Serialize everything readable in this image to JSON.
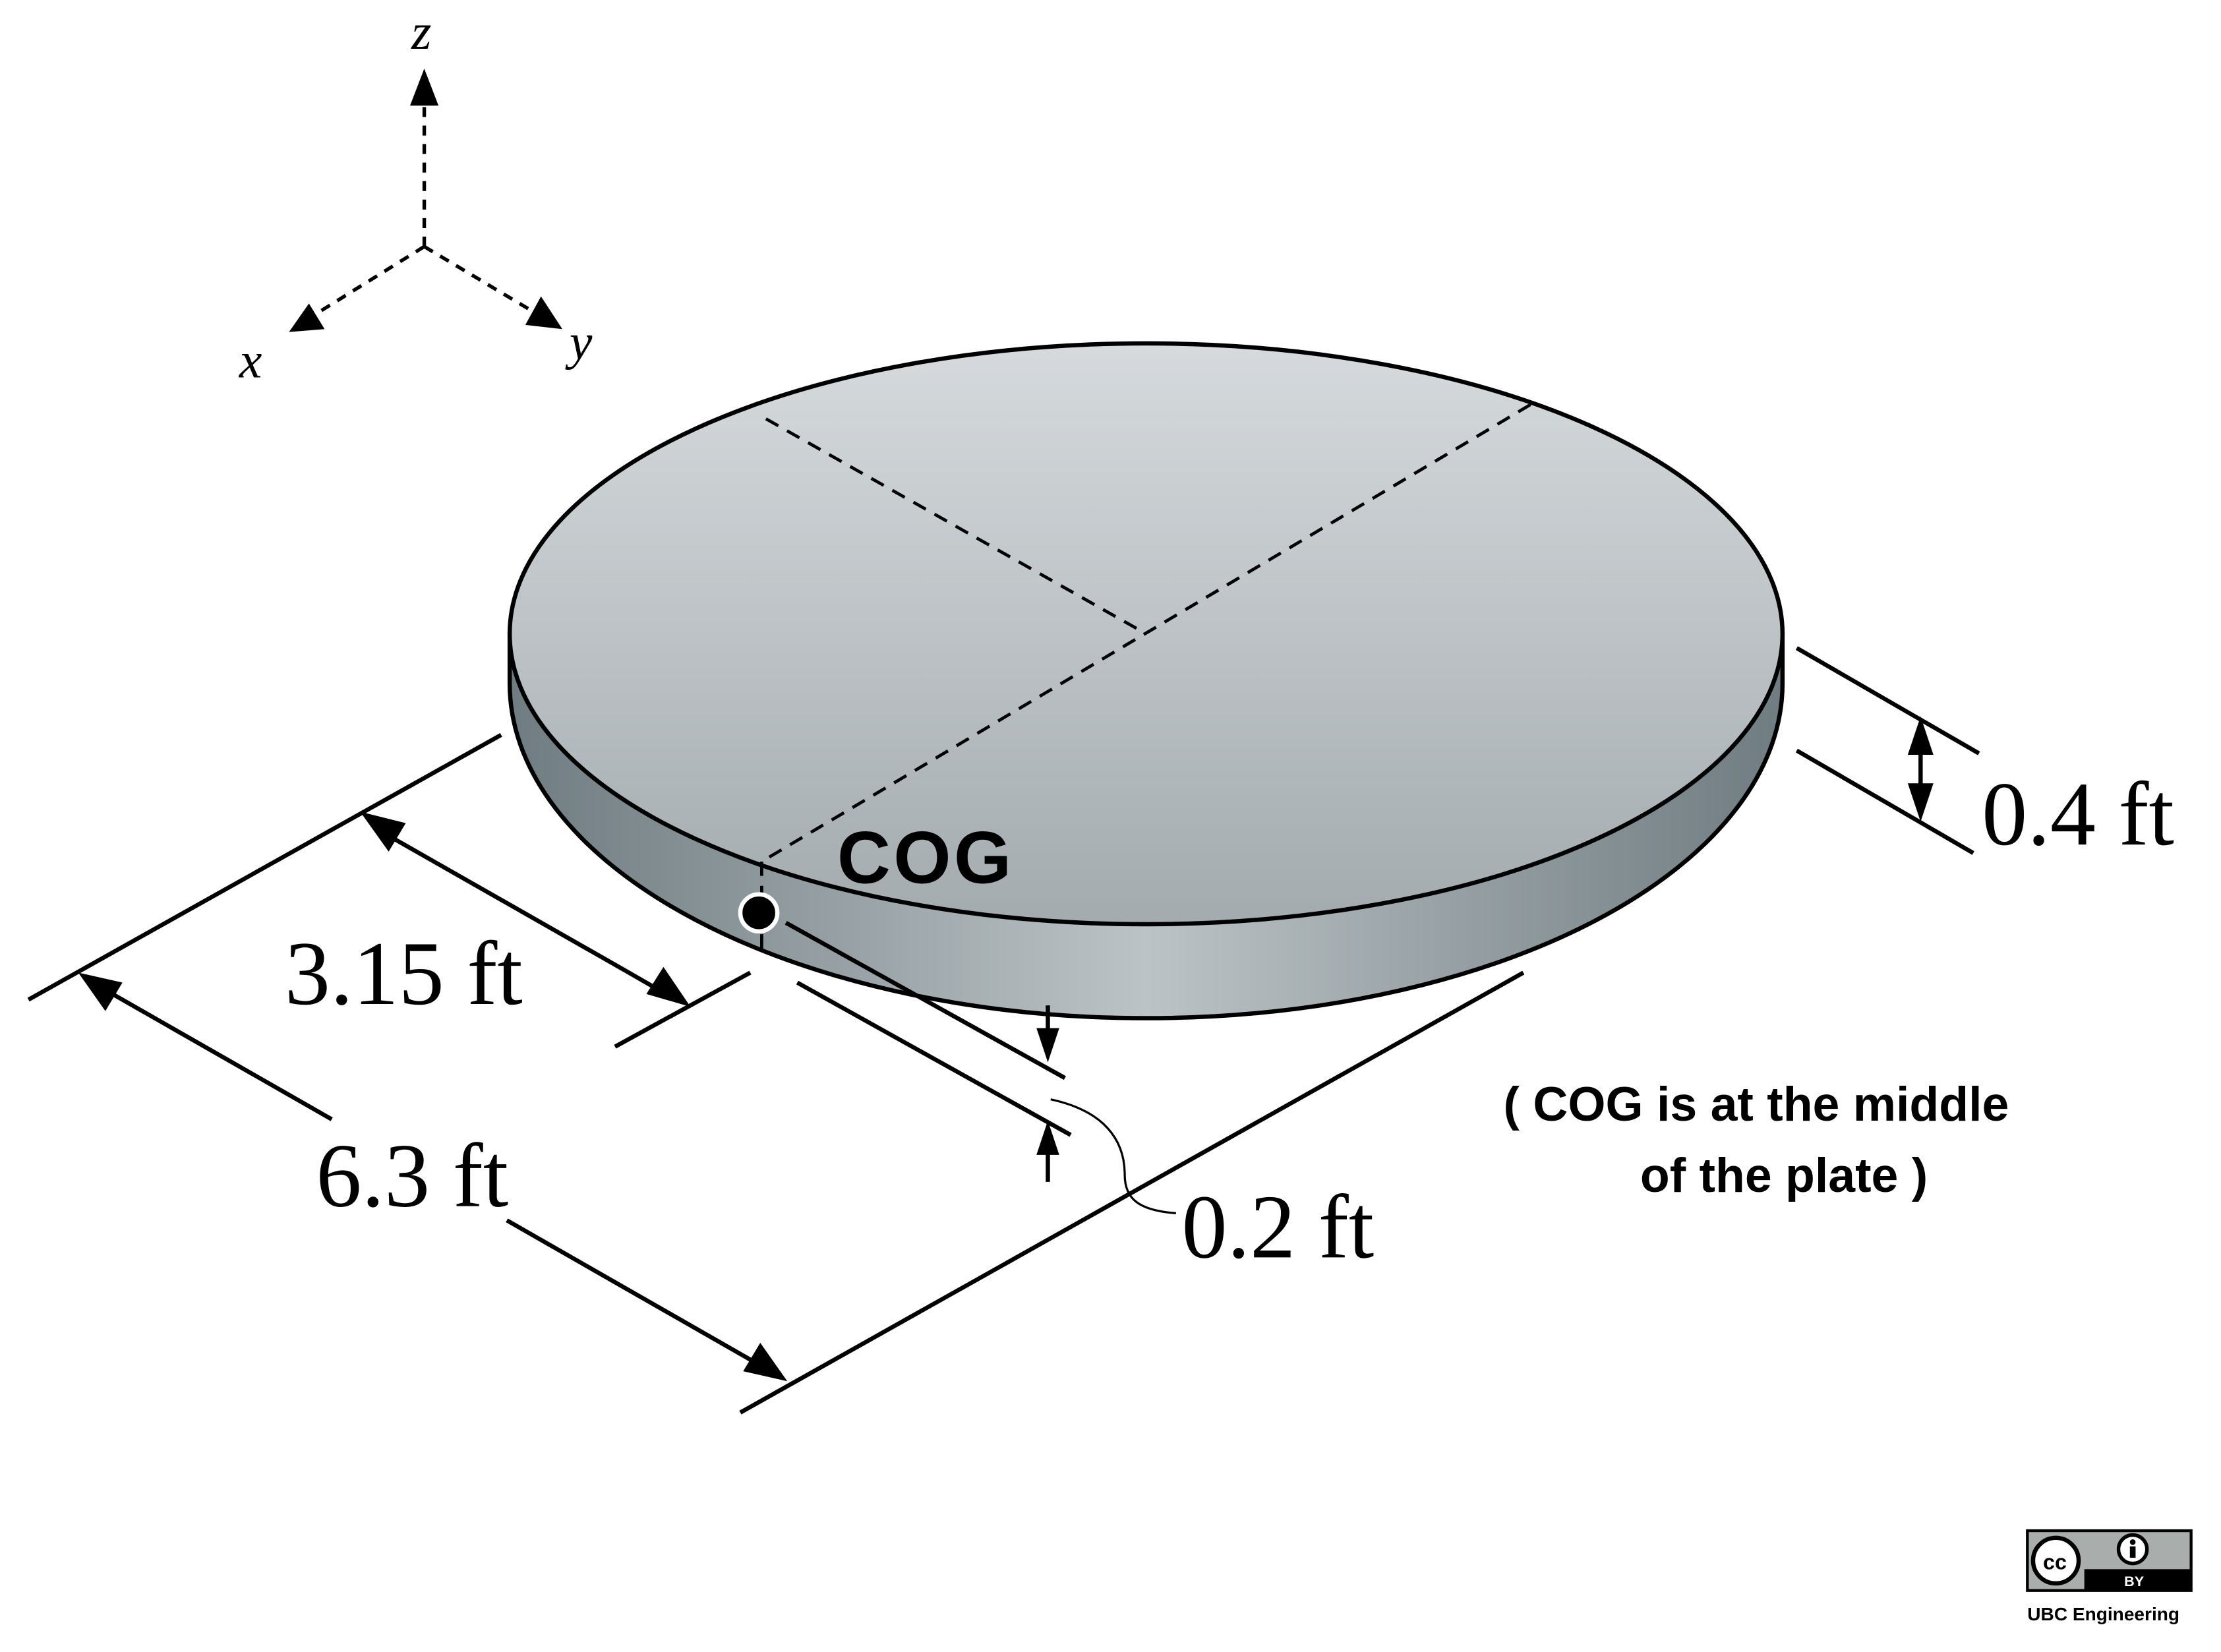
{
  "axes": {
    "z_label": "z",
    "x_label": "x",
    "y_label": "y"
  },
  "labels": {
    "cog": "COG",
    "thickness": "0.4 ft",
    "cog_offset": "3.15 ft",
    "diameter": "6.3 ft",
    "cog_height": "0.2 ft",
    "note_line1": "( COG is at the middle",
    "note_line2": "of the plate )"
  },
  "license": {
    "cc_symbol": "cc",
    "by_text": "BY",
    "credit": "UBC Engineering"
  },
  "colors": {
    "plate_top_light": "#d6dadd",
    "plate_top_dark": "#a4acaf",
    "plate_side_dark": "#707d82",
    "plate_side_light": "#bcc3c6",
    "ink": "#000000"
  }
}
